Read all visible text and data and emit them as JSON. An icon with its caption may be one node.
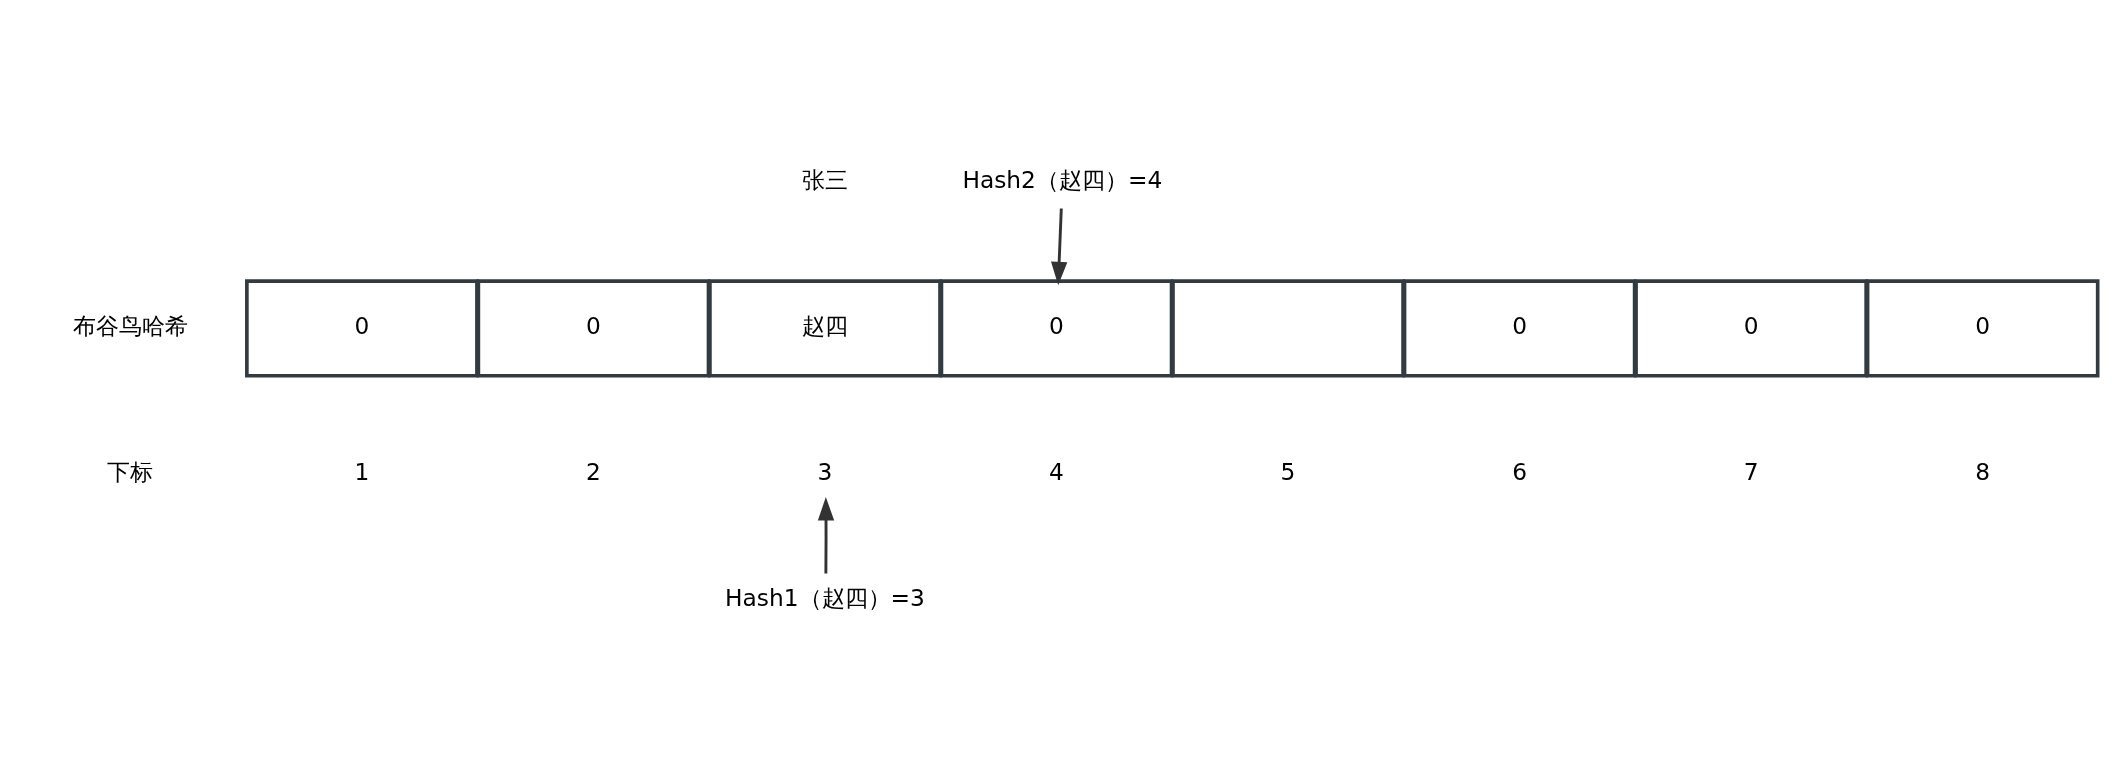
{
  "diagram": {
    "nodes": [
      {
        "text": [
          "Hash2（赵四）=4"
        ]
      },
      {
        "text": [
          "0"
        ]
      },
      {
        "text": [
          "0"
        ]
      },
      {
        "text": [
          "赵四"
        ]
      },
      {
        "text": [
          "0"
        ]
      },
      {
        "text": [],
        "shape": "box"
      },
      {
        "text": [
          "0"
        ]
      },
      {
        "text": [
          "0"
        ]
      },
      {
        "text": [
          "0"
        ]
      },
      {
        "text": [
          "3"
        ]
      },
      {
        "text": [
          "Hash1（赵四）=3"
        ]
      }
    ],
    "edges": [
      {
        "from": 0,
        "to": 4,
        "arrow": "to"
      },
      {
        "from": 10,
        "to": 9,
        "arrow": "to"
      }
    ],
    "labels": [
      "张三",
      "布谷鸟哈希",
      "下标",
      "1",
      "2",
      "4",
      "5",
      "6",
      "7",
      "8"
    ]
  }
}
